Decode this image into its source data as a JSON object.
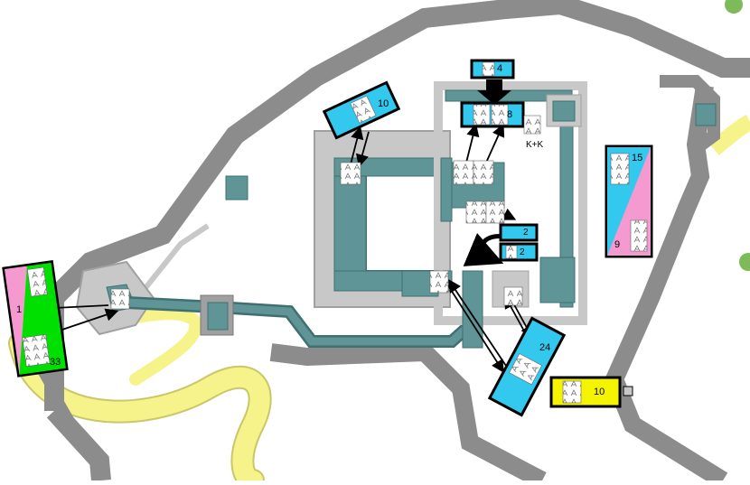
{
  "map": {
    "colors": {
      "wall_outer": "#8c8c8c",
      "wall_light": "#c8c8c8",
      "wall_mid": "#a0a0a0",
      "teal": "#5f9596",
      "teal_dark": "#3f6f70",
      "road": "#f6f38a",
      "road_edge": "#c9c76a",
      "cyan": "#33c8ee",
      "pink": "#f59ad0",
      "green": "#00e000",
      "yellow": "#f4f400",
      "tree": "#7cba5a"
    },
    "units": [
      {
        "id": "cyan-top-4",
        "label": "4"
      },
      {
        "id": "cyan-top-8",
        "label": "8"
      },
      {
        "id": "cyan-left-10",
        "label": "10"
      },
      {
        "id": "cyan-center-2a",
        "label": "2"
      },
      {
        "id": "cyan-center-2b",
        "label": "2"
      },
      {
        "id": "cyan-bottom-24",
        "label": "24"
      },
      {
        "id": "yellow-right-10",
        "label": "10"
      },
      {
        "id": "pinkcyan-right-top",
        "label": "15"
      },
      {
        "id": "pinkcyan-right-bottom",
        "label": "9"
      },
      {
        "id": "pinkgreen-left-top",
        "label": "1"
      },
      {
        "id": "pinkgreen-left-bottom",
        "label": "33"
      }
    ],
    "annotation": "K+K"
  }
}
